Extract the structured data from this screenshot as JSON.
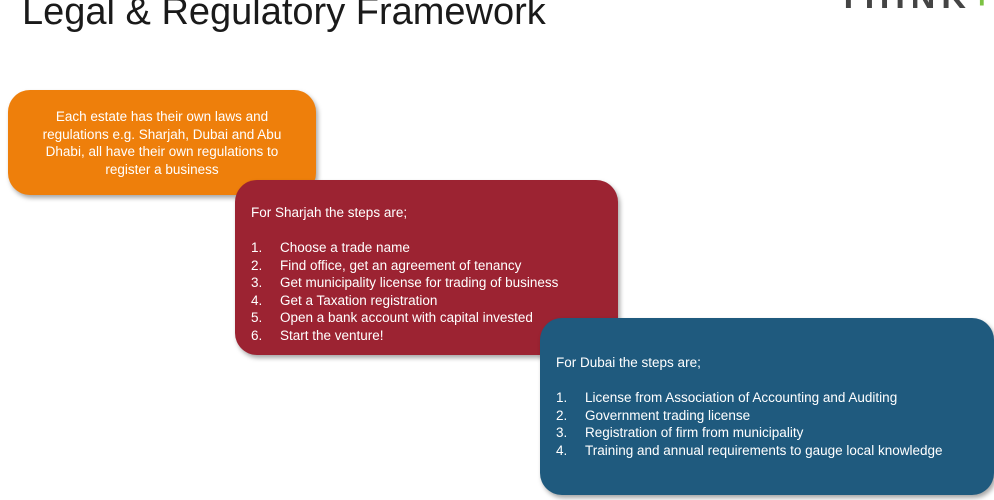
{
  "title": "Legal & Regulatory Framework",
  "logo": {
    "text": "THINK",
    "plus": "+",
    "accent_color": "#7cc243"
  },
  "orange_box": {
    "text": "Each estate has their own laws and regulations e.g. Sharjah, Dubai and Abu Dhabi, all have their own regulations to register a business",
    "color": "#ee7f0b"
  },
  "sharjah_box": {
    "intro": "For Sharjah the steps are;",
    "color": "#9c2332",
    "steps": [
      {
        "num": "1.",
        "text": "Choose a trade name"
      },
      {
        "num": "2.",
        "text": "Find office, get an agreement of tenancy"
      },
      {
        "num": "3.",
        "text": "Get municipality license for trading of business"
      },
      {
        "num": "4.",
        "text": "Get a Taxation registration"
      },
      {
        "num": "5.",
        "text": "Open a bank account with capital invested"
      },
      {
        "num": "6.",
        "text": "Start the venture!"
      }
    ]
  },
  "dubai_box": {
    "intro": "For Dubai the steps are;",
    "color": "#1f5a7e",
    "steps": [
      {
        "num": "1.",
        "text": "License from Association of Accounting and Auditing"
      },
      {
        "num": "2.",
        "text": "Government trading license"
      },
      {
        "num": "3.",
        "text": "Registration of firm from municipality"
      },
      {
        "num": "4.",
        "text": "Training and annual requirements to gauge local knowledge"
      }
    ]
  }
}
